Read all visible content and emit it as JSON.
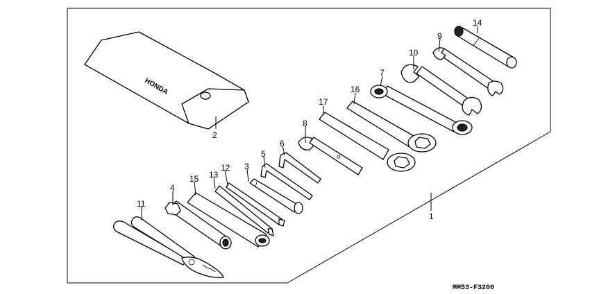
{
  "diagram": {
    "pouch_logo": "HONDA",
    "drawing_code": "MM53-F3200",
    "callouts": [
      {
        "key": "p1",
        "number": "1"
      },
      {
        "key": "p2",
        "number": "2"
      },
      {
        "key": "p3",
        "number": "3"
      },
      {
        "key": "p4",
        "number": "4"
      },
      {
        "key": "p5",
        "number": "5"
      },
      {
        "key": "p6",
        "number": "6"
      },
      {
        "key": "p7",
        "number": "7"
      },
      {
        "key": "p8",
        "number": "8"
      },
      {
        "key": "p9",
        "number": "9"
      },
      {
        "key": "p10",
        "number": "10"
      },
      {
        "key": "p11",
        "number": "11"
      },
      {
        "key": "p12",
        "number": "12"
      },
      {
        "key": "p13",
        "number": "13"
      },
      {
        "key": "p14",
        "number": "14"
      },
      {
        "key": "p15",
        "number": "15"
      },
      {
        "key": "p16",
        "number": "16"
      },
      {
        "key": "p17",
        "number": "17"
      }
    ]
  }
}
